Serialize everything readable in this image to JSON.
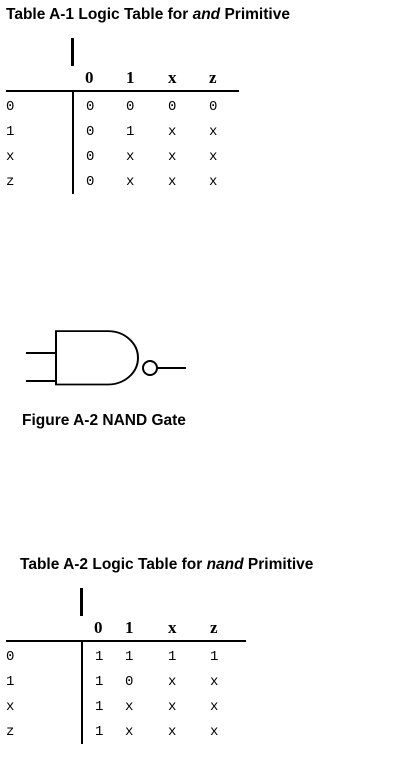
{
  "table_a1": {
    "caption_prefix": "Table A-1 Logic Table for ",
    "caption_em": "and",
    "caption_suffix": " Primitive",
    "header": [
      "0",
      "1",
      "x",
      "z"
    ],
    "rows": [
      {
        "label": "0",
        "cells": [
          "0",
          "0",
          "0",
          "0"
        ]
      },
      {
        "label": "1",
        "cells": [
          "0",
          "1",
          "x",
          "x"
        ]
      },
      {
        "label": "x",
        "cells": [
          "0",
          "x",
          "x",
          "x"
        ]
      },
      {
        "label": "z",
        "cells": [
          "0",
          "x",
          "x",
          "x"
        ]
      }
    ]
  },
  "figure_a2": {
    "caption": "Figure A-2 NAND Gate"
  },
  "table_a2": {
    "caption_prefix": "Table A-2 Logic Table for ",
    "caption_em": "nand",
    "caption_suffix": " Primitive",
    "header": [
      "0",
      "1",
      "x",
      "z"
    ],
    "rows": [
      {
        "label": "0",
        "cells": [
          "1",
          "1",
          "1",
          "1"
        ]
      },
      {
        "label": "1",
        "cells": [
          "1",
          "0",
          "x",
          "x"
        ]
      },
      {
        "label": "x",
        "cells": [
          "1",
          "x",
          "x",
          "x"
        ]
      },
      {
        "label": "z",
        "cells": [
          "1",
          "x",
          "x",
          "x"
        ]
      }
    ]
  }
}
